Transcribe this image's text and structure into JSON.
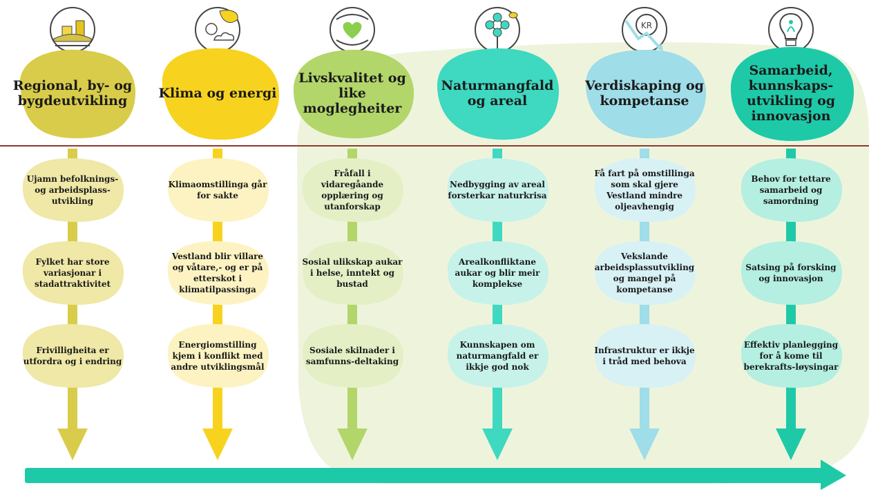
{
  "columns": [
    {
      "header": "Regional, by- og bygdeutvikling",
      "color": "#d9cc4a",
      "light": "#efe8a6",
      "icon": "town-icon",
      "cards": [
        "Ujamn befolknings- og arbeidsplass-utvikling",
        "Fylket har store variasjonar i stadattraktivitet",
        "Frivilligheita er utfordra og i endring"
      ]
    },
    {
      "header": "Klima og energi",
      "color": "#f7d31f",
      "light": "#fdf3c2",
      "icon": "climate-leaf-icon",
      "cards": [
        "Klimaomstillinga går for sakte",
        "Vestland blir villare og våtare,- og er på etterskot i klimatilpassinga",
        "Energiomstilling kjem i konflikt med andre utviklingsmål"
      ]
    },
    {
      "header": "Livskvalitet og like moglegheiter",
      "color": "#b2d66a",
      "light": "#e4efc6",
      "icon": "heart-hands-icon",
      "cards": [
        "Fråfall i vidaregåande opplæring og utanforskap",
        "Sosial ulikskap aukar i helse, inntekt og bustad",
        "Sosiale skilnader i samfunns-deltaking"
      ]
    },
    {
      "header": "Naturmangfald og areal",
      "color": "#3fd8c0",
      "light": "#c6f2ea",
      "icon": "flower-bee-icon",
      "cards": [
        "Nedbygging av areal forsterkar naturkrisa",
        "Arealkonfliktane aukar og blir meir komplekse",
        "Kunnskapen om naturmangfald er ikkje god nok"
      ]
    },
    {
      "header": "Verdiskaping og kompetanse",
      "color": "#9fdde8",
      "light": "#d8f1f5",
      "icon": "kr-coin-icon",
      "cards": [
        "Få fart på omstillinga som skal gjere Vestland mindre oljeavhengig",
        "Vekslande arbeidsplassutvikling og mangel på kompetanse",
        "Infrastruktur er ikkje i tråd med behova"
      ]
    },
    {
      "header": "Samarbeid, kunnskaps-utvikling og innovasjon",
      "color": "#1ec9a8",
      "light": "#b4efe1",
      "icon": "lightbulb-icon",
      "cards": [
        "Behov for tettare samarbeid og samordning",
        "Satsing på forsking og innovasjon",
        "Effektiv planlegging for å kome til berekrafts-løysingar"
      ]
    }
  ],
  "divider_color": "#8b3a2e",
  "main_arrow_color": "#1ec9a8",
  "background_blob_color": "#eef4dc"
}
